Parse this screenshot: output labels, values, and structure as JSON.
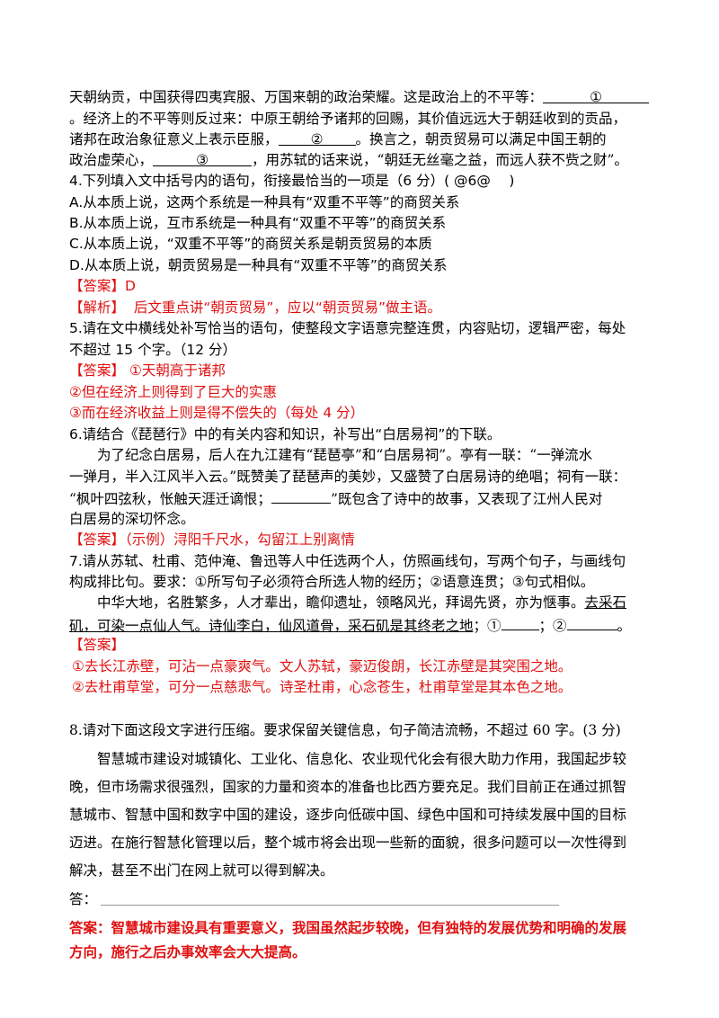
{
  "passage": {
    "l1_a": "天朝纳贡，中国获得四夷宾服、万国来朝的政治荣耀。这是政治上的不平等：",
    "blank1": "①",
    "l2": "。经济上的不平等则反过来：中原王朝给予诸邦的回赐，其价值远远大于朝廷收到的贡品，",
    "l3_a": "诸邦在政治象征意义上表示臣服，",
    "blank2": "②",
    "l3_b": "。换言之，朝贡贸易可以满足中国王朝的",
    "l4_a": "政治虚荣心，",
    "blank3": "③",
    "l4_b": "，用苏轼的话来说，“朝廷无丝毫之益，而远人获不赀之财”。"
  },
  "q4": {
    "stem": "4.下列填入文中括号内的语句，衔接最恰当的一项是（6 分）( @6@　 )",
    "optA": "A.从本质上说，这两个系统是一种具有“双重不平等”的商贸关系",
    "optB": "B.从本质上说，互市系统是一种具有“双重不平等”的商贸关系",
    "optC": "C.从本质上说，“双重不平等”的商贸关系是朝贡贸易的本质",
    "optD": "D.从本质上说，朝贡贸易是一种具有“双重不平等”的商贸关系",
    "answer_label": "【答案】",
    "answer": "D",
    "analysis_label": "【解析】",
    "analysis": "后文重点讲“朝贡贸易”，应以“朝贡贸易”做主语。"
  },
  "q5": {
    "stem1": "5.请在文中横线处补写恰当的语句，使整段文字语意完整连贯，内容贴切，逻辑严密，每处",
    "stem2": "不超过 15 个字。（12 分）",
    "answer_label": "【答案】",
    "a1": "①天朝高于诸邦",
    "a2": "②但在经济上则得到了巨大的实惠",
    "a3": "③而在经济收益上则是得不偿失的（每处 4 分）"
  },
  "q6": {
    "stem": "6.请结合《琵琶行》中的有关内容和知识，补写出“白居易祠”的下联。",
    "p1": "为了纪念白居易，后人在九江建有“琵琶亭”和“白居易祠”。亭有一联：“一弹流水",
    "p2": "一弹月，半入江风半入云。”既赞美了琵琶声的美妙，又盛赞了白居易诗的绝唱；祠有一联：",
    "p3_a": "“枫叶四弦秋，怅触天涯迁谪恨；",
    "p3_b": "”既包含了诗中的故事，又表现了江州人民对",
    "p4": "白居易的深切怀念。",
    "answer_label": "【答案】",
    "answer": "（示例）浔阳千尺水，勾留江上别离情"
  },
  "q7": {
    "stem1": "7.请从苏轼、杜甫、范仲淹、鲁迅等人中任选两个人，仿照画线句，写两个句子，与画线句",
    "stem2": "构成排比句。要求：①所写句子必须符合所选人物的经历；②语意连贯；③句式相似。",
    "p1_a": "中华大地，名胜繁多，人才辈出，瞻仰遗址，领略风光，拜谒先贤，亦为惬事。",
    "p1_u": "去采石",
    "p2_u": "矶，可染一点仙人气。诗仙李白，仙风道骨，采石矶是其终老之地",
    "p2_b": "；①",
    "p2_c": "；②",
    "p2_d": "。",
    "answer_label": "【答案】",
    "a1": "①去长江赤壁，可沾一点豪爽气。文人苏轼，豪迈俊朗，长江赤壁是其突围之地。",
    "a2": "②去杜甫草堂，可分一点慈悲气。诗圣杜甫，心念苍生，杜甫草堂是其本色之地。"
  },
  "q8": {
    "stem": "8.请对下面这段文字进行压缩。要求保留关键信息，句子简洁流畅，不超过 60 字。(3 分)",
    "p1": "智慧城市建设对城镇化、工业化、信息化、农业现代化会有很大助力作用，我国起步较",
    "p2": "晚，但市场需求很强烈，国家的力量和资本的准备也比西方要充足。我们目前正在通过抓智",
    "p3": "慧城市、智慧中国和数字中国的建设，逐步向低碳中国、绿色中国和可持续发展中国的目标",
    "p4": "迈进。在施行智慧化管理以后，整个城市将会出现一些新的面貌，很多问题可以一次性得到",
    "p5": "解决，甚至不出门在网上就可以得到解决。",
    "answer_prompt": "答：",
    "answer_label": "答案：",
    "answer1": "智慧城市建设具有重要意义，我国虽然起步较晚，但有独特的发展优势和明确的发展",
    "answer2": "方向，施行之后办事效率会大大提高。"
  }
}
